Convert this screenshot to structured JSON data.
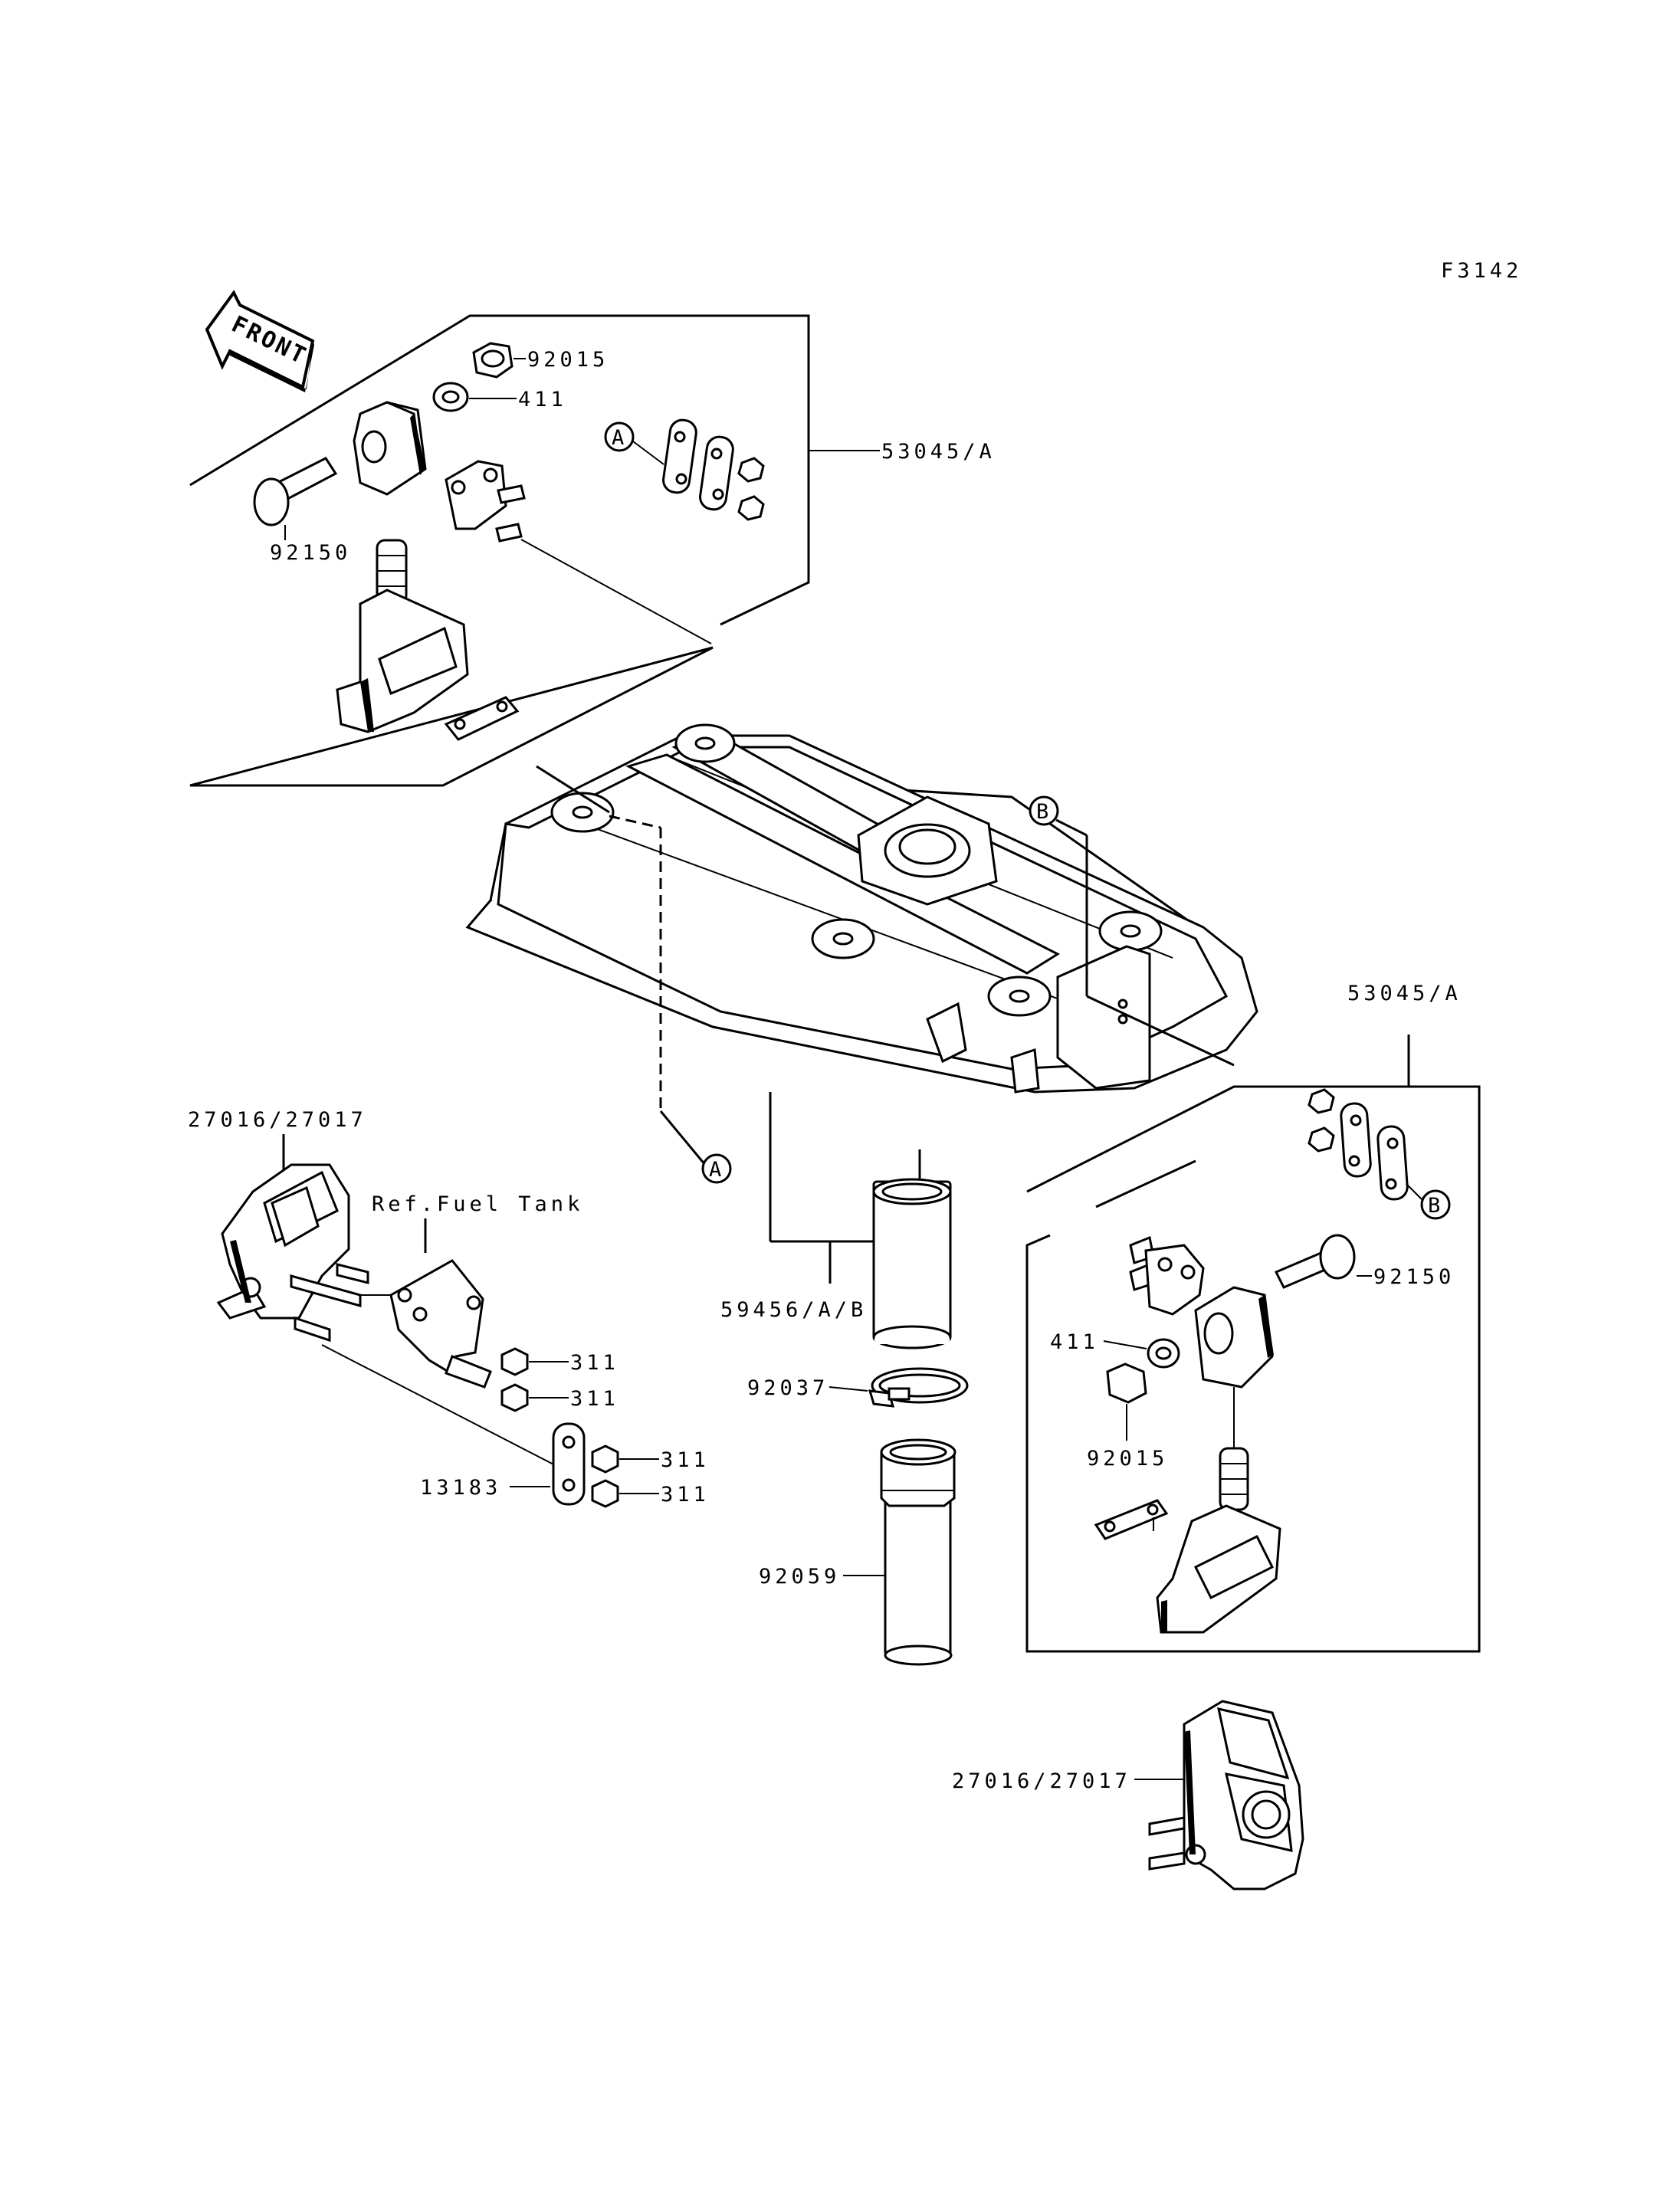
{
  "figure_code": "F3142",
  "front_arrow_text": "FRONT",
  "callouts": {
    "a": "A",
    "b": "B"
  },
  "labels": {
    "nut_top": "92015",
    "washer_top": "411",
    "mount_assy_top": "53045/A",
    "bolt_top": "92150",
    "mount_assy_right": "53045/A",
    "mount_rear_left": "27016/27017",
    "ref_fuel_tank": "Ref.Fuel Tank",
    "nut_311_1": "311",
    "nut_311_2": "311",
    "nut_311_3": "311",
    "nut_311_4": "311",
    "plate_13183": "13183",
    "pipe_59456": "59456/A/B",
    "clamp_92037": "92037",
    "pipe_92059": "92059",
    "bolt_right": "92150",
    "washer_right": "411",
    "nut_right": "92015",
    "mount_rear_bottom": "27016/27017"
  }
}
